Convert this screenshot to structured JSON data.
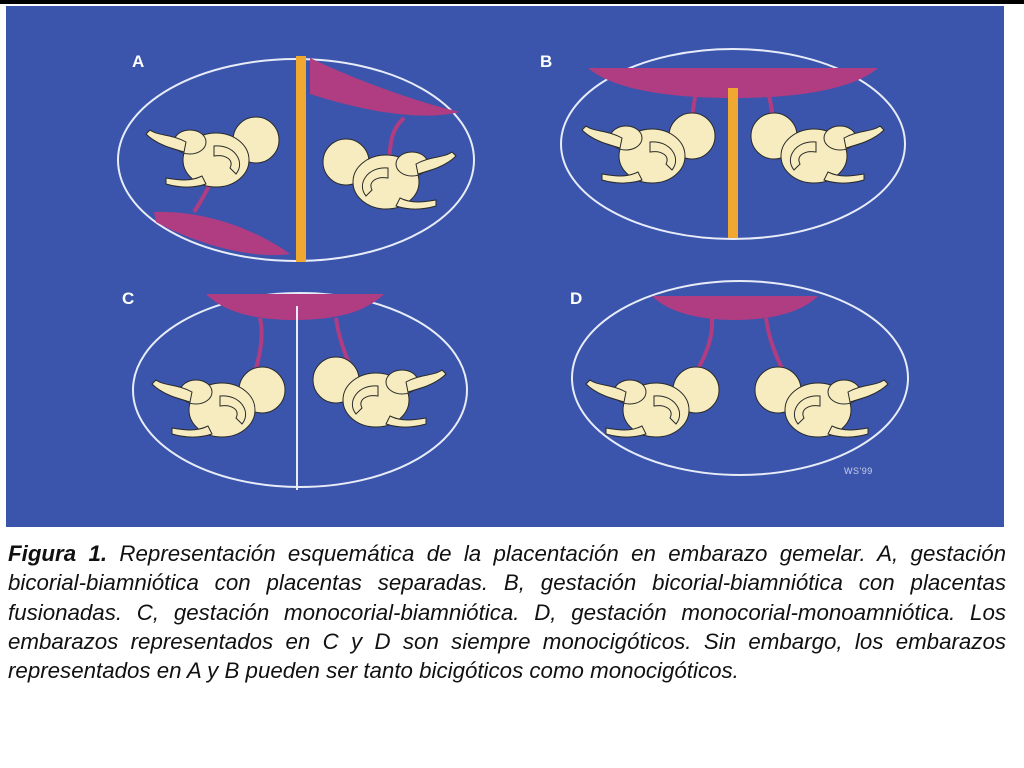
{
  "figure": {
    "panels": [
      {
        "letter": "A"
      },
      {
        "letter": "B"
      },
      {
        "letter": "C"
      },
      {
        "letter": "D"
      }
    ],
    "signature": "WS'99",
    "colors": {
      "background": "#3b55ac",
      "placenta": "#b03c82",
      "fetus": "#f6ecbf",
      "chorion_septum": "#f0a830",
      "amnion_line": "#e8ecf8"
    }
  },
  "caption": {
    "label": "Figura 1.",
    "text": " Representación esquemática de la placentación en embarazo gemelar. A, gestación bicorial-biamniótica con placentas separadas. B, gestación bicorial-biamniótica con placentas fusionadas. C, gestación monocorial-biamniótica. D, gestación monocorial-monoamniótica. Los embarazos representados en C y D son siempre monocigóticos. Sin embargo, los embarazos representados en A y B pueden ser tanto bicigóticos como monocigóticos."
  }
}
